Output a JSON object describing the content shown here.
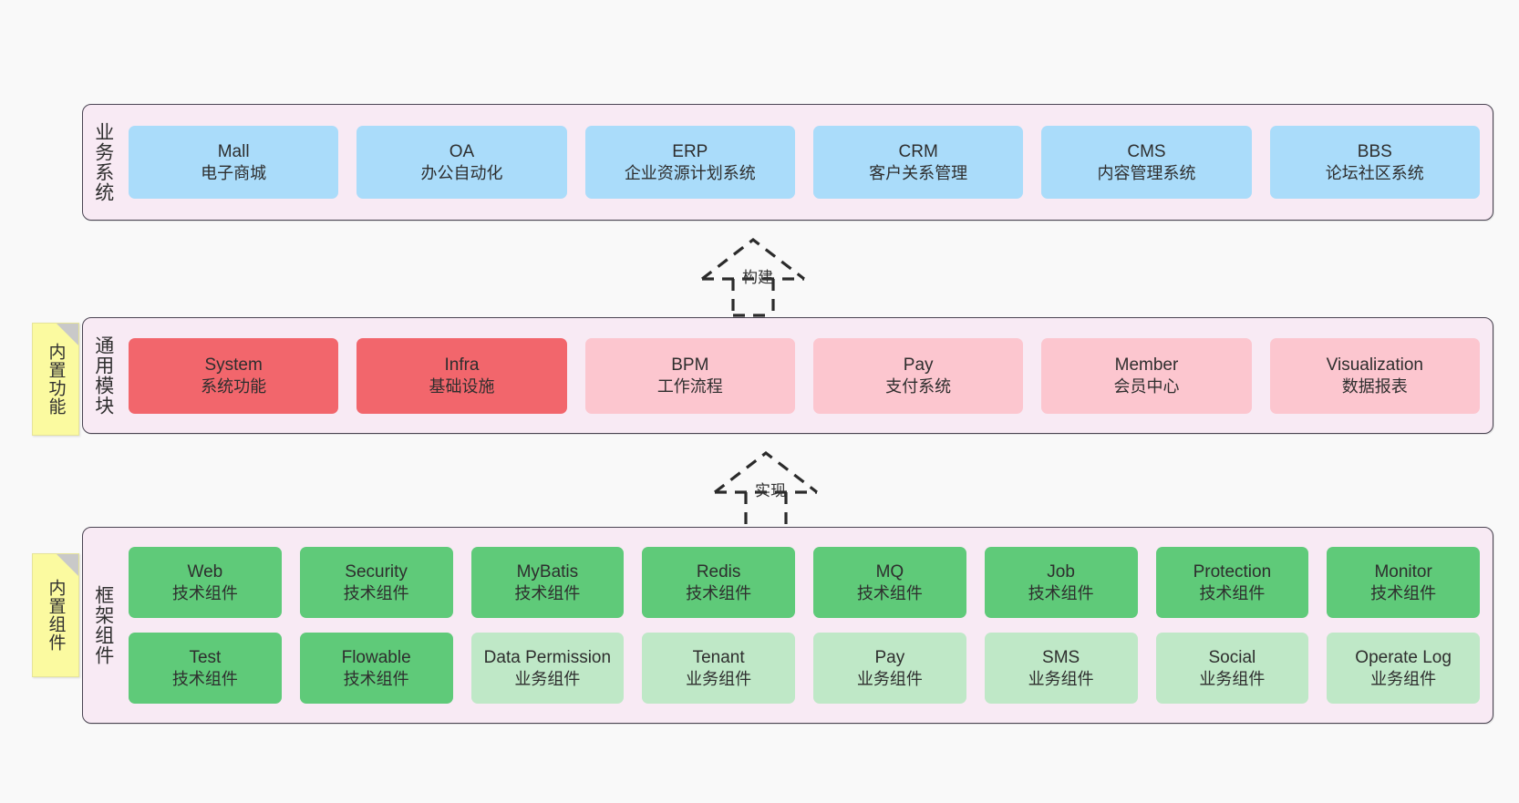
{
  "page": {
    "background": "#f9f9f9"
  },
  "layers": [
    {
      "id": "business-system",
      "title": "业务系统",
      "color": "#aadcfa",
      "rows": [
        [
          {
            "name": "Mall",
            "desc": "电子商城",
            "style": "c-blue"
          },
          {
            "name": "OA",
            "desc": "办公自动化",
            "style": "c-blue"
          },
          {
            "name": "ERP",
            "desc": "企业资源计划系统",
            "style": "c-blue"
          },
          {
            "name": "CRM",
            "desc": "客户关系管理",
            "style": "c-blue"
          },
          {
            "name": "CMS",
            "desc": "内容管理系统",
            "style": "c-blue"
          },
          {
            "name": "BBS",
            "desc": "论坛社区系统",
            "style": "c-blue"
          }
        ]
      ]
    },
    {
      "id": "common-module",
      "title": "通用模块",
      "sticky": "内置功能",
      "rows": [
        [
          {
            "name": "System",
            "desc": "系统功能",
            "style": "c-red"
          },
          {
            "name": "Infra",
            "desc": "基础设施",
            "style": "c-red"
          },
          {
            "name": "BPM",
            "desc": "工作流程",
            "style": "c-pink"
          },
          {
            "name": "Pay",
            "desc": "支付系统",
            "style": "c-pink"
          },
          {
            "name": "Member",
            "desc": "会员中心",
            "style": "c-pink"
          },
          {
            "name": "Visualization",
            "desc": "数据报表",
            "style": "c-pink"
          }
        ]
      ]
    },
    {
      "id": "framework-component",
      "title": "框架组件",
      "sticky": "内置组件",
      "rows": [
        [
          {
            "name": "Web",
            "desc": "技术组件",
            "style": "c-green"
          },
          {
            "name": "Security",
            "desc": "技术组件",
            "style": "c-green"
          },
          {
            "name": "MyBatis",
            "desc": "技术组件",
            "style": "c-green"
          },
          {
            "name": "Redis",
            "desc": "技术组件",
            "style": "c-green"
          },
          {
            "name": "MQ",
            "desc": "技术组件",
            "style": "c-green"
          },
          {
            "name": "Job",
            "desc": "技术组件",
            "style": "c-green"
          },
          {
            "name": "Protection",
            "desc": "技术组件",
            "style": "c-green"
          },
          {
            "name": "Monitor",
            "desc": "技术组件",
            "style": "c-green"
          }
        ],
        [
          {
            "name": "Test",
            "desc": "技术组件",
            "style": "c-green"
          },
          {
            "name": "Flowable",
            "desc": "技术组件",
            "style": "c-green"
          },
          {
            "name": "Data Permission",
            "desc": "业务组件",
            "style": "c-lightgreen"
          },
          {
            "name": "Tenant",
            "desc": "业务组件",
            "style": "c-lightgreen"
          },
          {
            "name": "Pay",
            "desc": "业务组件",
            "style": "c-lightgreen"
          },
          {
            "name": "SMS",
            "desc": "业务组件",
            "style": "c-lightgreen"
          },
          {
            "name": "Social",
            "desc": "业务组件",
            "style": "c-lightgreen"
          },
          {
            "name": "Operate Log",
            "desc": "业务组件",
            "style": "c-lightgreen"
          }
        ]
      ]
    }
  ],
  "connectors": [
    {
      "id": "build",
      "label": "构建"
    },
    {
      "id": "implement",
      "label": "实现"
    }
  ]
}
